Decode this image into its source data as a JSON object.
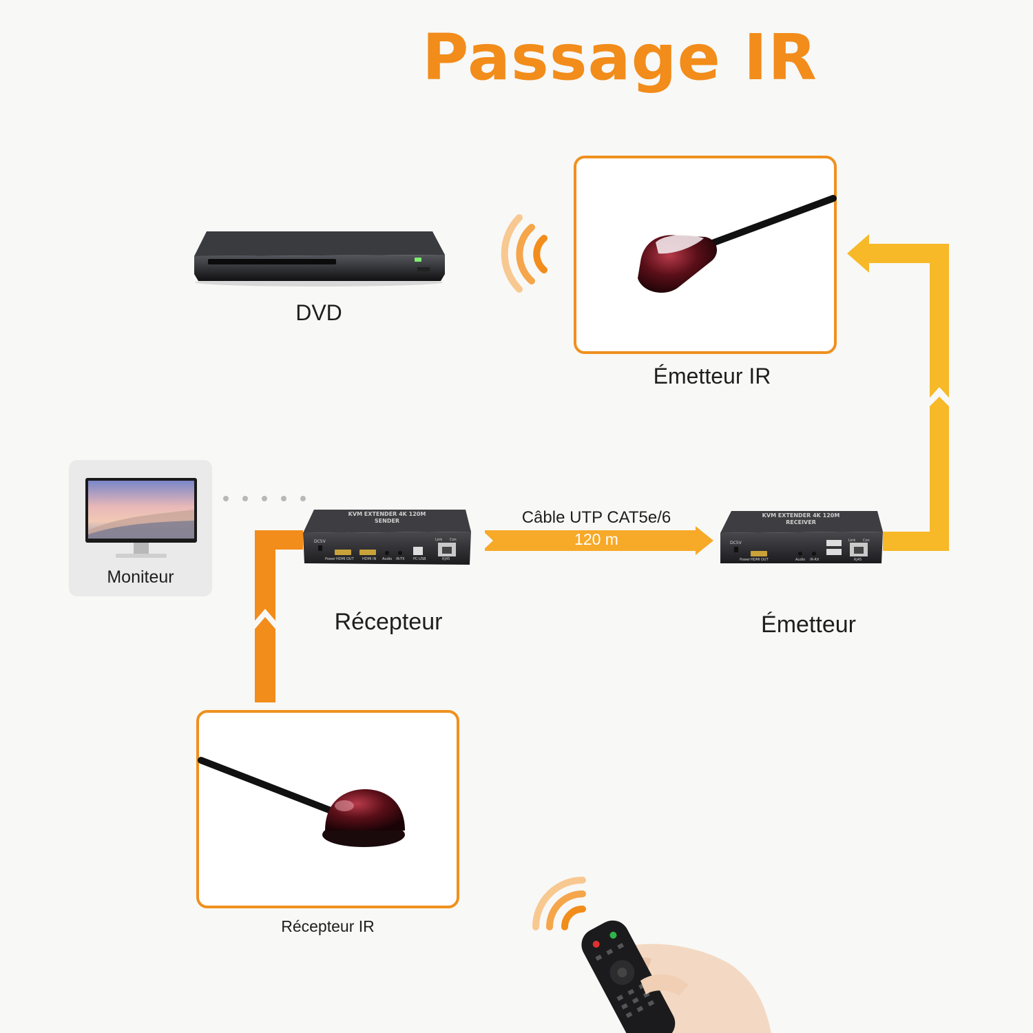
{
  "title": "Passage IR",
  "colors": {
    "accent": "#f28c1a",
    "cable": "#f7b928",
    "frame": "#f0901e",
    "text": "#1e1e1e"
  },
  "labels": {
    "dvd": "DVD",
    "ir_emitter": "Émetteur IR",
    "monitor": "Moniteur",
    "receiver": "Récepteur",
    "transmitter": "Émetteur",
    "ir_receiver": "Récepteur IR"
  },
  "cable": {
    "type": "Câble UTP CAT5e/6",
    "length": "120 m"
  },
  "devices": {
    "sender": {
      "name": "KVM EXTENDER 4K 120M",
      "role": "SENDER",
      "ports": {
        "dc": "DC5V",
        "power": "Power",
        "hdmi_out": "HDMI OUT",
        "hdmi_in": "HDMI IN",
        "audio": "Audio",
        "ir": "IR-TX",
        "usb": "PC-USB",
        "rj45": "RJ45",
        "link": "Link",
        "con": "Con"
      }
    },
    "receiver": {
      "name": "KVM EXTENDER 4K 120M",
      "role": "RECEIVER",
      "ports": {
        "dc": "DC5V",
        "power": "Power",
        "hdmi_out": "HDMI OUT",
        "audio": "Audio",
        "ir": "IR-RX",
        "rj45": "RJ45",
        "link": "Link",
        "con": "Con"
      }
    }
  },
  "icons": [
    "dvd-player-icon",
    "ir-emitter-icon",
    "monitor-icon",
    "ir-receiver-icon",
    "remote-control-icon",
    "signal-waves-icon"
  ]
}
